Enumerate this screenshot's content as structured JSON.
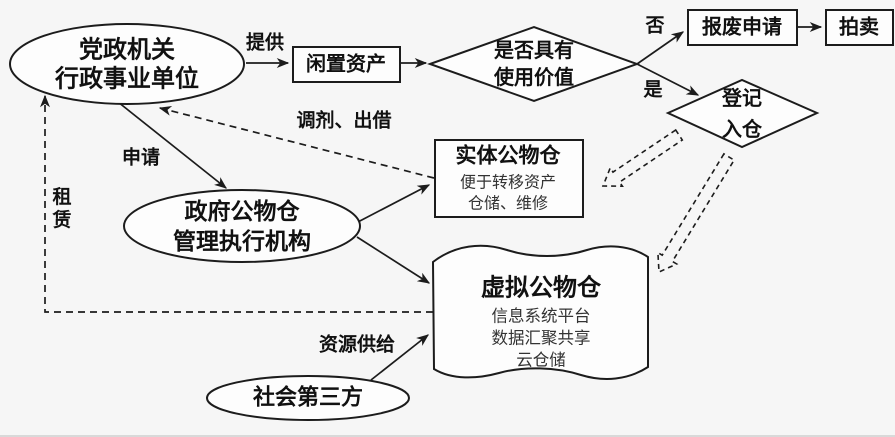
{
  "colors": {
    "stroke": "#1c1c1c",
    "background": "#f6f6f6",
    "shape_fill": "#fdfdfd",
    "text": "#111111",
    "subtext": "#333333"
  },
  "nodes": {
    "org": {
      "line1": "党政机关",
      "line2": "行政事业单位"
    },
    "idle_asset": {
      "label": "闲置资产"
    },
    "value_check": {
      "line1": "是否具有",
      "line2": "使用价值"
    },
    "scrap_request": {
      "label": "报废申请"
    },
    "auction": {
      "label": "拍卖"
    },
    "register_in": {
      "line1": "登记",
      "line2": "入仓"
    },
    "physical_warehouse": {
      "title": "实体公物仓",
      "line1": "便于转移资产",
      "line2": "仓储、维修"
    },
    "virtual_warehouse": {
      "title": "虚拟公物仓",
      "line1": "信息系统平台",
      "line2": "数据汇聚共享",
      "line3": "云仓储"
    },
    "gov_agency": {
      "line1": "政府公物仓",
      "line2": "管理执行机构"
    },
    "third_party": {
      "label": "社会第三方"
    }
  },
  "edge_labels": {
    "provide": "提供",
    "no": "否",
    "yes": "是",
    "apply": "申请",
    "transfer_lend": "调剂、出借",
    "lease": "租赁",
    "resource_supply": "资源供给"
  }
}
